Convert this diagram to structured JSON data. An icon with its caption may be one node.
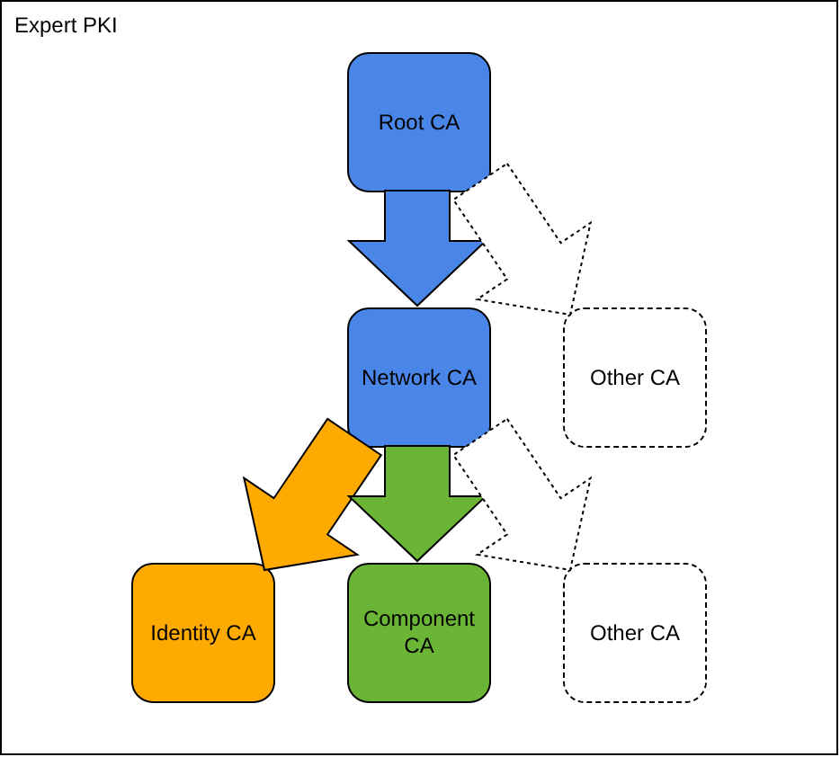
{
  "diagram": {
    "nodes": [
      {
        "text": [
          "Expert PKI"
        ]
      },
      {
        "text": [
          "Root CA"
        ],
        "in": 0
      },
      {
        "text": [
          "Network CA"
        ],
        "in": 0
      },
      {
        "text": [
          "Other CA"
        ],
        "in": 0
      },
      {
        "text": [
          "Identity CA"
        ],
        "in": 0
      },
      {
        "text": [
          "Component CA"
        ],
        "in": 0
      },
      {
        "text": [
          "Other CA"
        ],
        "in": 0
      }
    ],
    "edges": [
      {
        "from": 1,
        "to": 2,
        "arrow": "to",
        "style": "thick",
        "color": "#4a86e8"
      },
      {
        "from": 1,
        "to": 3,
        "arrow": "to",
        "style": "dashed",
        "color": "#ffffff"
      },
      {
        "from": 2,
        "to": 4,
        "arrow": "to",
        "style": "thick",
        "color": "#ffaa00"
      },
      {
        "from": 2,
        "to": 5,
        "arrow": "to",
        "style": "thick",
        "color": "#6bb536"
      },
      {
        "from": 2,
        "to": 6,
        "arrow": "to",
        "style": "dashed",
        "color": "#ffffff"
      }
    ]
  }
}
